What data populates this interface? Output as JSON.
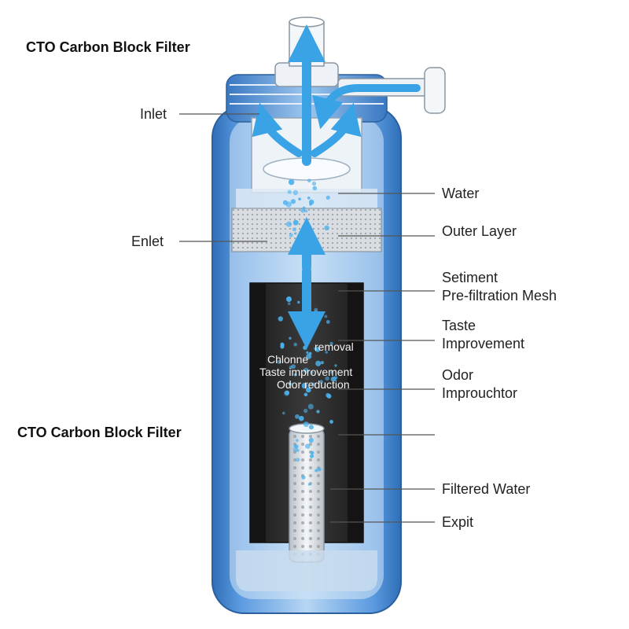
{
  "titles": {
    "top": "CTO Carbon Block Filter",
    "bottom": "CTO Carbon Block Filter"
  },
  "labels": {
    "inlet": "Inlet",
    "enlet": "Enlet",
    "water": "Water",
    "outer_layer": "Outer Layer",
    "sediment_1": "Setiment",
    "sediment_2": "Pre-filtration Mesh",
    "taste_1": "Taste",
    "taste_2": "Improvement",
    "odor_1": "Odor",
    "odor_2": "Improuchtor",
    "filtered": "Filtered Water",
    "exit": "Expit"
  },
  "inner_text": {
    "line1": "removal",
    "line2": "Chlonne",
    "line3": "Taste improvement",
    "line4": "Odor reduction"
  },
  "colors": {
    "housing": "#4f8fd3",
    "housing_light": "#a9cdf2",
    "arrow": "#3aa3e6",
    "carbon": "#2a2a2a",
    "core": "#e8ecef"
  }
}
